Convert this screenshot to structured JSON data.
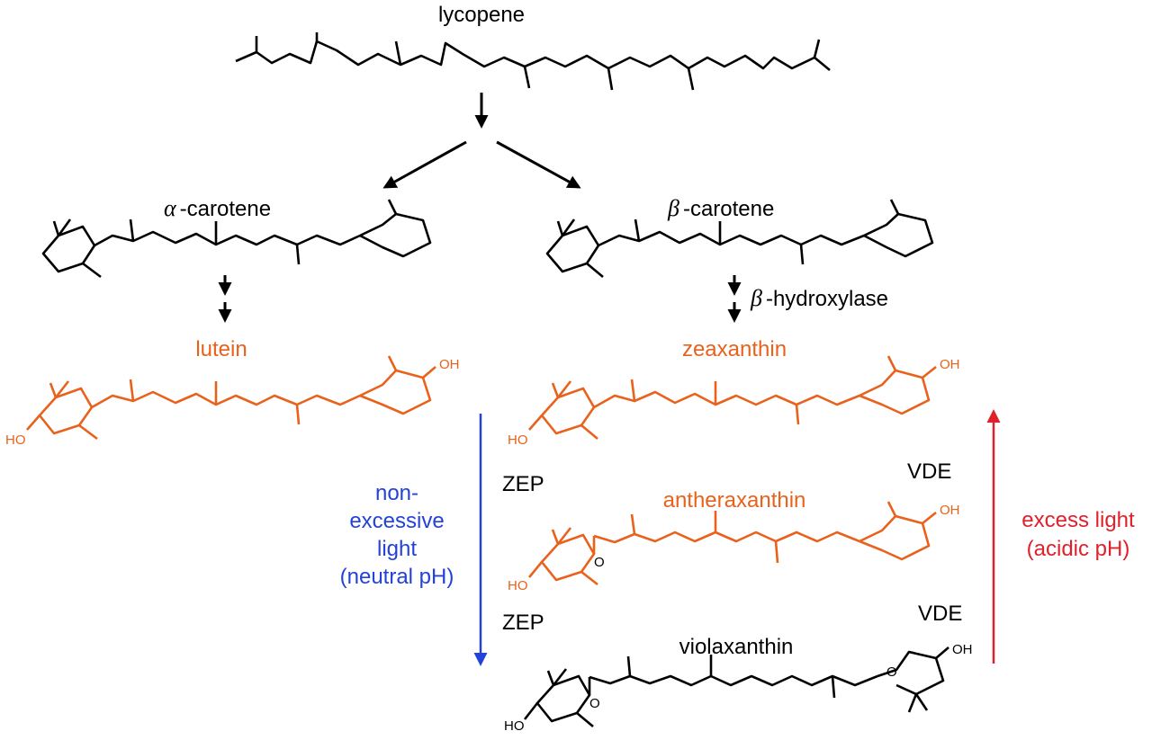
{
  "diagram": {
    "colors": {
      "ink": "#000000",
      "accent": "#e8621c",
      "neutral_light": "#2343d8",
      "excess_light": "#e0202a"
    },
    "molecules": {
      "lycopene": "lycopene",
      "alpha_carotene": {
        "greek": "α",
        "name": "-carotene"
      },
      "beta_carotene": {
        "greek": "β",
        "name": "-carotene"
      },
      "lutein": "lutein",
      "zeaxanthin": "zeaxanthin",
      "antheraxanthin": "antheraxanthin",
      "violaxanthin": "violaxanthin"
    },
    "enzymes": {
      "beta_hydroxylase": {
        "greek": "β",
        "name": "-hydroxylase"
      },
      "zep_top": "ZEP",
      "zep_bottom": "ZEP",
      "vde_top": "VDE",
      "vde_bottom": "VDE"
    },
    "conditions": {
      "non_excessive": [
        "non-",
        "excessive",
        "light",
        "(neutral pH)"
      ],
      "excess": [
        "excess light",
        "(acidic pH)"
      ]
    },
    "atoms": {
      "hydroxyl": "OH",
      "hydroxyl_left": "HO",
      "oxygen": "O"
    }
  }
}
